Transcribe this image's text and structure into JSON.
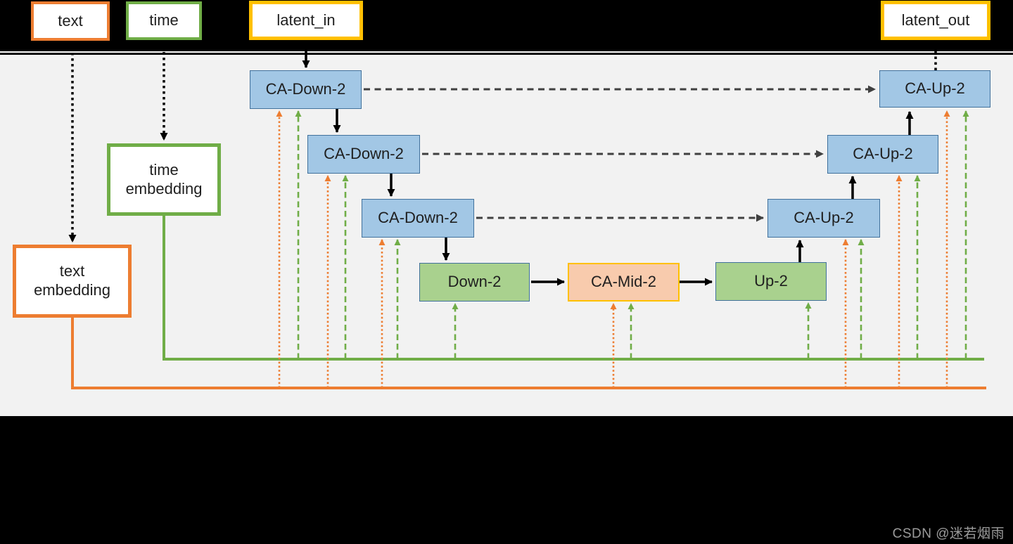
{
  "colors": {
    "orange_accent": "#ED7D31",
    "green_accent": "#70AD47",
    "gold_accent": "#FFC000",
    "blue_block_fill": "#A2C7E5",
    "blue_block_border": "#41719C",
    "green_block_fill": "#A9D18E",
    "peach_block_fill": "#F8CBAD",
    "panel_background": "#F2F2F2",
    "band_background": "#000000",
    "skip_connection_gray": "#404040",
    "watermark_gray": "#9B9B9B"
  },
  "inputs": {
    "text": {
      "label": "text"
    },
    "time": {
      "label": "time"
    },
    "latent_in": {
      "label": "latent_in"
    },
    "latent_out": {
      "label": "latent_out"
    }
  },
  "embeddings": {
    "time": {
      "label": "time embedding"
    },
    "text": {
      "label": "text embedding"
    }
  },
  "unet": {
    "ca_down_1": {
      "label": "CA-Down-2"
    },
    "ca_down_2": {
      "label": "CA-Down-2"
    },
    "ca_down_3": {
      "label": "CA-Down-2"
    },
    "down": {
      "label": "Down-2"
    },
    "mid": {
      "label": "CA-Mid-2"
    },
    "up": {
      "label": "Up-2"
    },
    "ca_up_3": {
      "label": "CA-Up-2"
    },
    "ca_up_2": {
      "label": "CA-Up-2"
    },
    "ca_up_1": {
      "label": "CA-Up-2"
    }
  },
  "watermark": {
    "text": "CSDN @迷若烟雨"
  }
}
